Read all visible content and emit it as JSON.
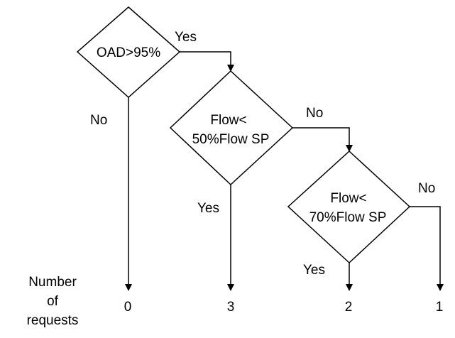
{
  "decisions": [
    {
      "id": "oad",
      "lines": [
        "OAD>95%"
      ]
    },
    {
      "id": "flow50",
      "lines": [
        "Flow<",
        "50%Flow SP"
      ]
    },
    {
      "id": "flow70",
      "lines": [
        "Flow<",
        "70%Flow SP"
      ]
    }
  ],
  "edge_labels": {
    "oad_yes": "Yes",
    "oad_no": "No",
    "flow50_no": "No",
    "flow50_yes": "Yes",
    "flow70_no": "No",
    "flow70_yes": "Yes"
  },
  "outputs": {
    "caption": [
      "Number",
      "of",
      "requests"
    ],
    "values": [
      "0",
      "3",
      "2",
      "1"
    ]
  },
  "colors": {
    "stroke": "#000000",
    "background": "#ffffff"
  }
}
